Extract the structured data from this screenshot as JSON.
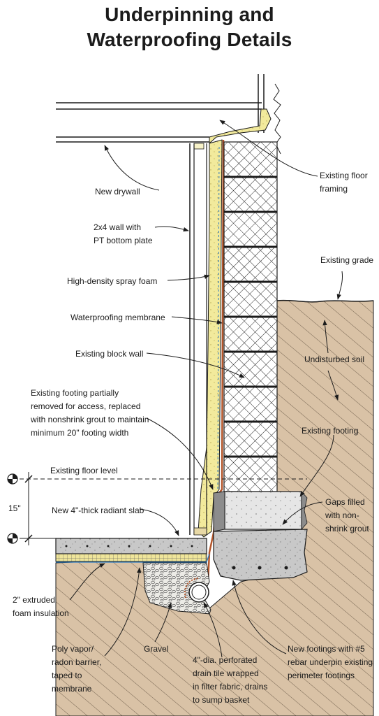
{
  "title": {
    "line1": "Underpinning and",
    "line2": "Waterproofing Details"
  },
  "labels": {
    "existing_floor_framing": [
      "Existing floor",
      "framing"
    ],
    "new_drywall": [
      "New drywall"
    ],
    "wall_2x4": [
      "2x4 wall with",
      "PT bottom plate"
    ],
    "existing_grade": [
      "Existing grade"
    ],
    "spray_foam": [
      "High-density spray foam"
    ],
    "membrane": [
      "Waterproofing membrane"
    ],
    "block_wall": [
      "Existing block wall"
    ],
    "undisturbed_soil": [
      "Undisturbed soil"
    ],
    "footing_removed": [
      "Existing footing partially",
      "removed for access, replaced",
      "with nonshrink grout to maintain",
      "minimum 20\" footing width"
    ],
    "existing_footing": [
      "Existing footing"
    ],
    "floor_level": [
      "Existing floor level"
    ],
    "dimension": [
      "15\""
    ],
    "radiant_slab": [
      "New 4\"-thick radiant slab"
    ],
    "gaps_filled": [
      "Gaps filled",
      "with non-",
      "shrink grout"
    ],
    "foam_insulation": [
      "2\" extruded",
      "foam insulation"
    ],
    "vapor_barrier": [
      "Poly vapor/",
      "radon barrier,",
      "taped to",
      "membrane"
    ],
    "gravel": [
      "Gravel"
    ],
    "drain_tile": [
      "4\"-dia. perforated",
      "drain tile wrapped",
      "in filter fabric, drains",
      "to sump basket"
    ],
    "new_footings": [
      "New footings with #5",
      "rebar underpin existing",
      "perimeter footings"
    ]
  },
  "colors": {
    "soil": "#d9c2a6",
    "concrete": "#c8c8c8",
    "spray_foam": "#f2ea9c",
    "membrane": "#b4552a",
    "insulation": "#efe59a",
    "drain_pipe": "#2e7bbf",
    "line": "#1b1b1b"
  }
}
